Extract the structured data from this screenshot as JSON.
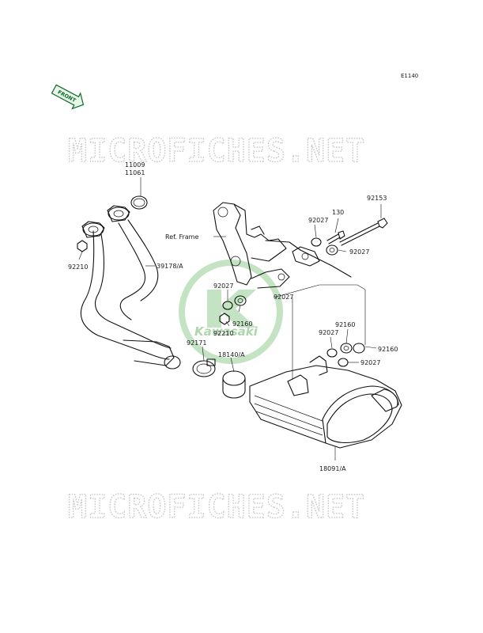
{
  "diagram_code": "E1140",
  "watermark_text": "MICROFICHES.NET",
  "brand_logo_text": "Kawasaki",
  "front_arrow_label": "FRONT",
  "ref_frame_label": "Ref. Frame",
  "callouts": {
    "p11009": "11009",
    "p11061": "11061",
    "p92210a": "92210",
    "p39178": "39178/A",
    "p92171": "92171",
    "p18140": "18140/A",
    "p92027a": "92027",
    "p92210b": "92210",
    "p92160a": "92160",
    "p92027b": "92027",
    "p130": "130",
    "p92153": "92153",
    "p92027c": "92027",
    "p92027d": "92027",
    "p92160b": "92160",
    "p92027e": "92027",
    "p92160c": "92160",
    "p92027f": "92027",
    "p18091": "18091/A"
  },
  "colors": {
    "line": "#111111",
    "watermark": "#c4c4c4",
    "brand_green": "#7fbf7f",
    "front_green": "#0d6b2a"
  }
}
